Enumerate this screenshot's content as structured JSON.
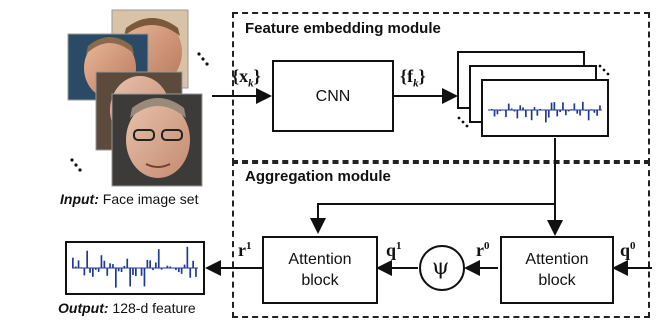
{
  "modules": {
    "embedding_title": "Feature embedding module",
    "aggregation_title": "Aggregation module"
  },
  "input": {
    "caption_bold": "Input:",
    "caption_rest": " Face image set",
    "set_symbol": "{x",
    "set_subscript": "k",
    "set_close": "}"
  },
  "cnn": {
    "label": "CNN"
  },
  "features": {
    "set_symbol": "{f",
    "set_subscript": "k",
    "set_close": "}"
  },
  "attention_right": {
    "label_line1": "Attention",
    "label_line2": "block",
    "input_vector": "q",
    "input_sup": "0",
    "output_vector": "r",
    "output_sup": "0"
  },
  "psi": {
    "symbol": "ψ"
  },
  "attention_left": {
    "label_line1": "Attention",
    "label_line2": "block",
    "input_vector": "q",
    "input_sup": "1",
    "output_vector": "r",
    "output_sup": "1"
  },
  "output": {
    "caption_bold": "Output:",
    "caption_rest": " 128-d feature"
  },
  "colors": {
    "bars": "#1f3a93",
    "line": "#111111"
  }
}
